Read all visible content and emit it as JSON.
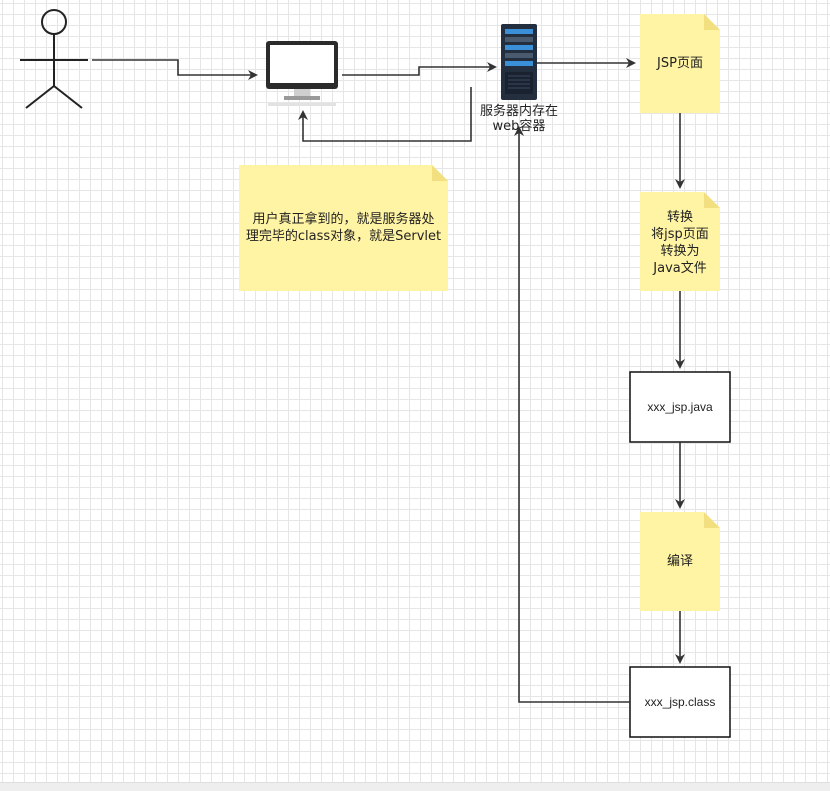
{
  "diagram": {
    "notes": {
      "jsp_page": "JSP页面",
      "convert": "转换\n将jsp页面\n转换为\nJava文件",
      "compile": "编译",
      "description": "用户真正拿到的，就是服务器处\n理完毕的class对象，就是Servlet"
    },
    "boxes": {
      "java_file": "xxx_jsp.java",
      "class_file": "xxx_jsp.class"
    },
    "labels": {
      "server": "服务器内存在\nweb容器"
    },
    "icons": {
      "user": "stick-figure-icon",
      "computer": "monitor-icon",
      "server": "server-rack-icon"
    },
    "colors": {
      "note_fill": "#fff4a3",
      "line": "#333333",
      "server_dark": "#232f3e",
      "server_accent": "#3b8fd6"
    }
  }
}
